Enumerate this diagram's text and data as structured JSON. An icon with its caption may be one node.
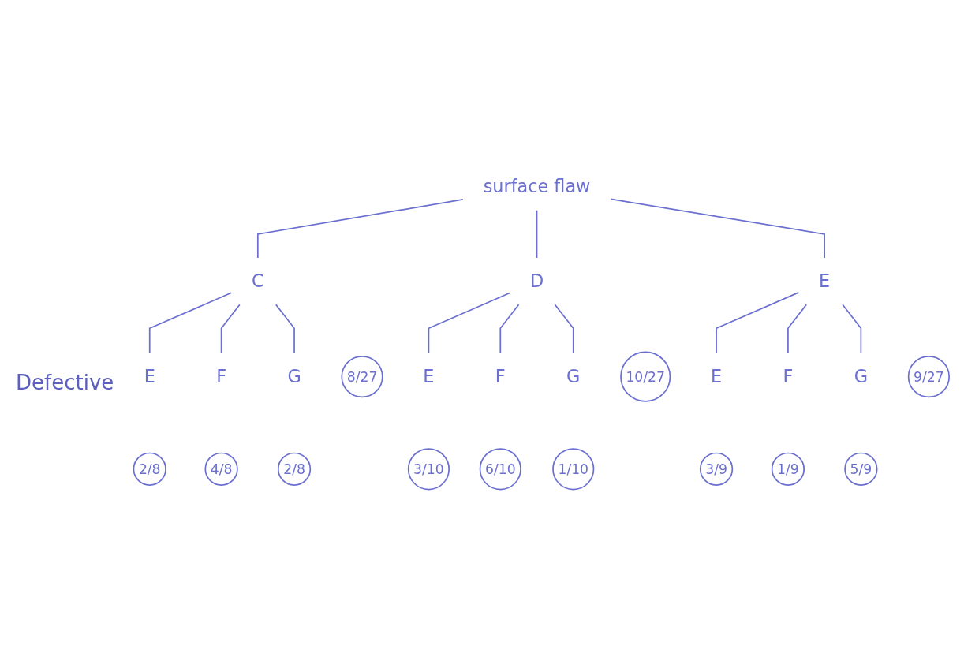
{
  "diagram": {
    "nodes": [
      {
        "text": [
          "surface flaw"
        ]
      },
      {
        "text": [
          "C"
        ]
      },
      {
        "text": [
          "8/27"
        ]
      },
      {
        "text": [
          "D"
        ]
      },
      {
        "text": [
          "10/27"
        ]
      },
      {
        "text": [
          "E"
        ]
      },
      {
        "text": [
          "9/27"
        ]
      },
      {
        "text": [
          "E"
        ]
      },
      {
        "text": [
          "F"
        ]
      },
      {
        "text": [
          "G"
        ]
      },
      {
        "text": [
          "E"
        ]
      },
      {
        "text": [
          "F"
        ]
      },
      {
        "text": [
          "G"
        ]
      },
      {
        "text": [
          "E"
        ]
      },
      {
        "text": [
          "F"
        ]
      },
      {
        "text": [
          "G"
        ]
      },
      {
        "text": [
          "2/8"
        ]
      },
      {
        "text": [
          "4/8"
        ]
      },
      {
        "text": [
          "2/8"
        ]
      },
      {
        "text": [
          "3/10"
        ]
      },
      {
        "text": [
          "6/10"
        ]
      },
      {
        "text": [
          "1/10"
        ]
      },
      {
        "text": [
          "3/9"
        ]
      },
      {
        "text": [
          "1/9"
        ]
      },
      {
        "text": [
          "5/9"
        ]
      }
    ],
    "edges": [
      {
        "from": 0,
        "to": 1,
        "arrow": "none"
      },
      {
        "from": 0,
        "to": 3,
        "arrow": "none"
      },
      {
        "from": 0,
        "to": 5,
        "arrow": "none"
      },
      {
        "from": 1,
        "to": 7,
        "arrow": "none"
      },
      {
        "from": 1,
        "to": 8,
        "arrow": "none"
      },
      {
        "from": 1,
        "to": 9,
        "arrow": "none"
      },
      {
        "from": 3,
        "to": 10,
        "arrow": "none"
      },
      {
        "from": 3,
        "to": 11,
        "arrow": "none"
      },
      {
        "from": 3,
        "to": 12,
        "arrow": "none"
      },
      {
        "from": 5,
        "to": 13,
        "arrow": "none"
      },
      {
        "from": 5,
        "to": 14,
        "arrow": "none"
      },
      {
        "from": 5,
        "to": 15,
        "arrow": "none"
      }
    ],
    "labels": [
      "Defective"
    ]
  }
}
